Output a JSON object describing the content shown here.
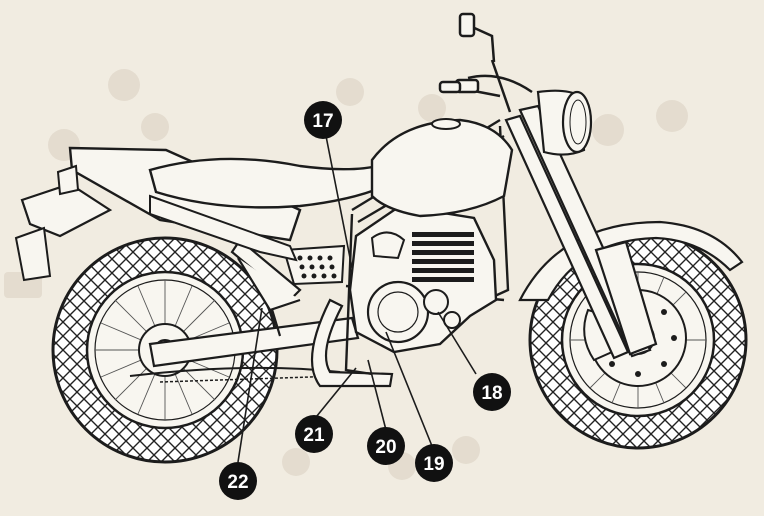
{
  "figure": {
    "subject": "motorcycle-side-view",
    "colors": {
      "background": "#f1ece1",
      "line": "#1c1c1c",
      "callout": "#111111",
      "ghost": "#e0d8cc"
    }
  },
  "callouts": [
    {
      "id": "c17",
      "label": "17"
    },
    {
      "id": "c18",
      "label": "18"
    },
    {
      "id": "c19",
      "label": "19"
    },
    {
      "id": "c20",
      "label": "20"
    },
    {
      "id": "c21",
      "label": "21"
    },
    {
      "id": "c22",
      "label": "22"
    }
  ]
}
